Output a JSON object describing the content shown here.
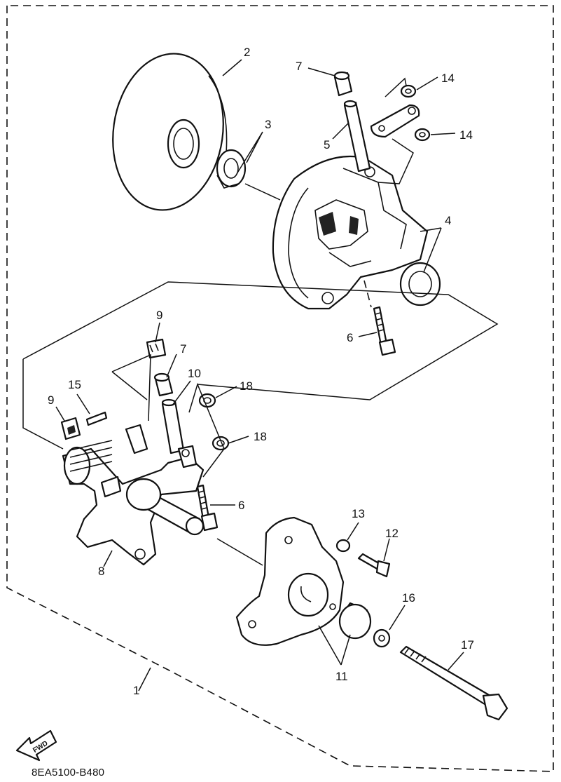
{
  "callouts": {
    "c1": "1",
    "c2": "2",
    "c3": "3",
    "c4": "4",
    "c5": "5",
    "c6_upper": "6",
    "c6_lower": "6",
    "c7_upper": "7",
    "c7_lower": "7",
    "c8": "8",
    "c9_upper": "9",
    "c9_lower": "9",
    "c10": "10",
    "c11": "11",
    "c12": "12",
    "c13": "13",
    "c14_upper": "14",
    "c14_lower": "14",
    "c15": "15",
    "c16": "16",
    "c17": "17",
    "c18_upper": "18",
    "c18_lower": "18"
  },
  "fwd_arrow": {
    "label": "FWD"
  },
  "doc_code": "8EA5100-B480"
}
